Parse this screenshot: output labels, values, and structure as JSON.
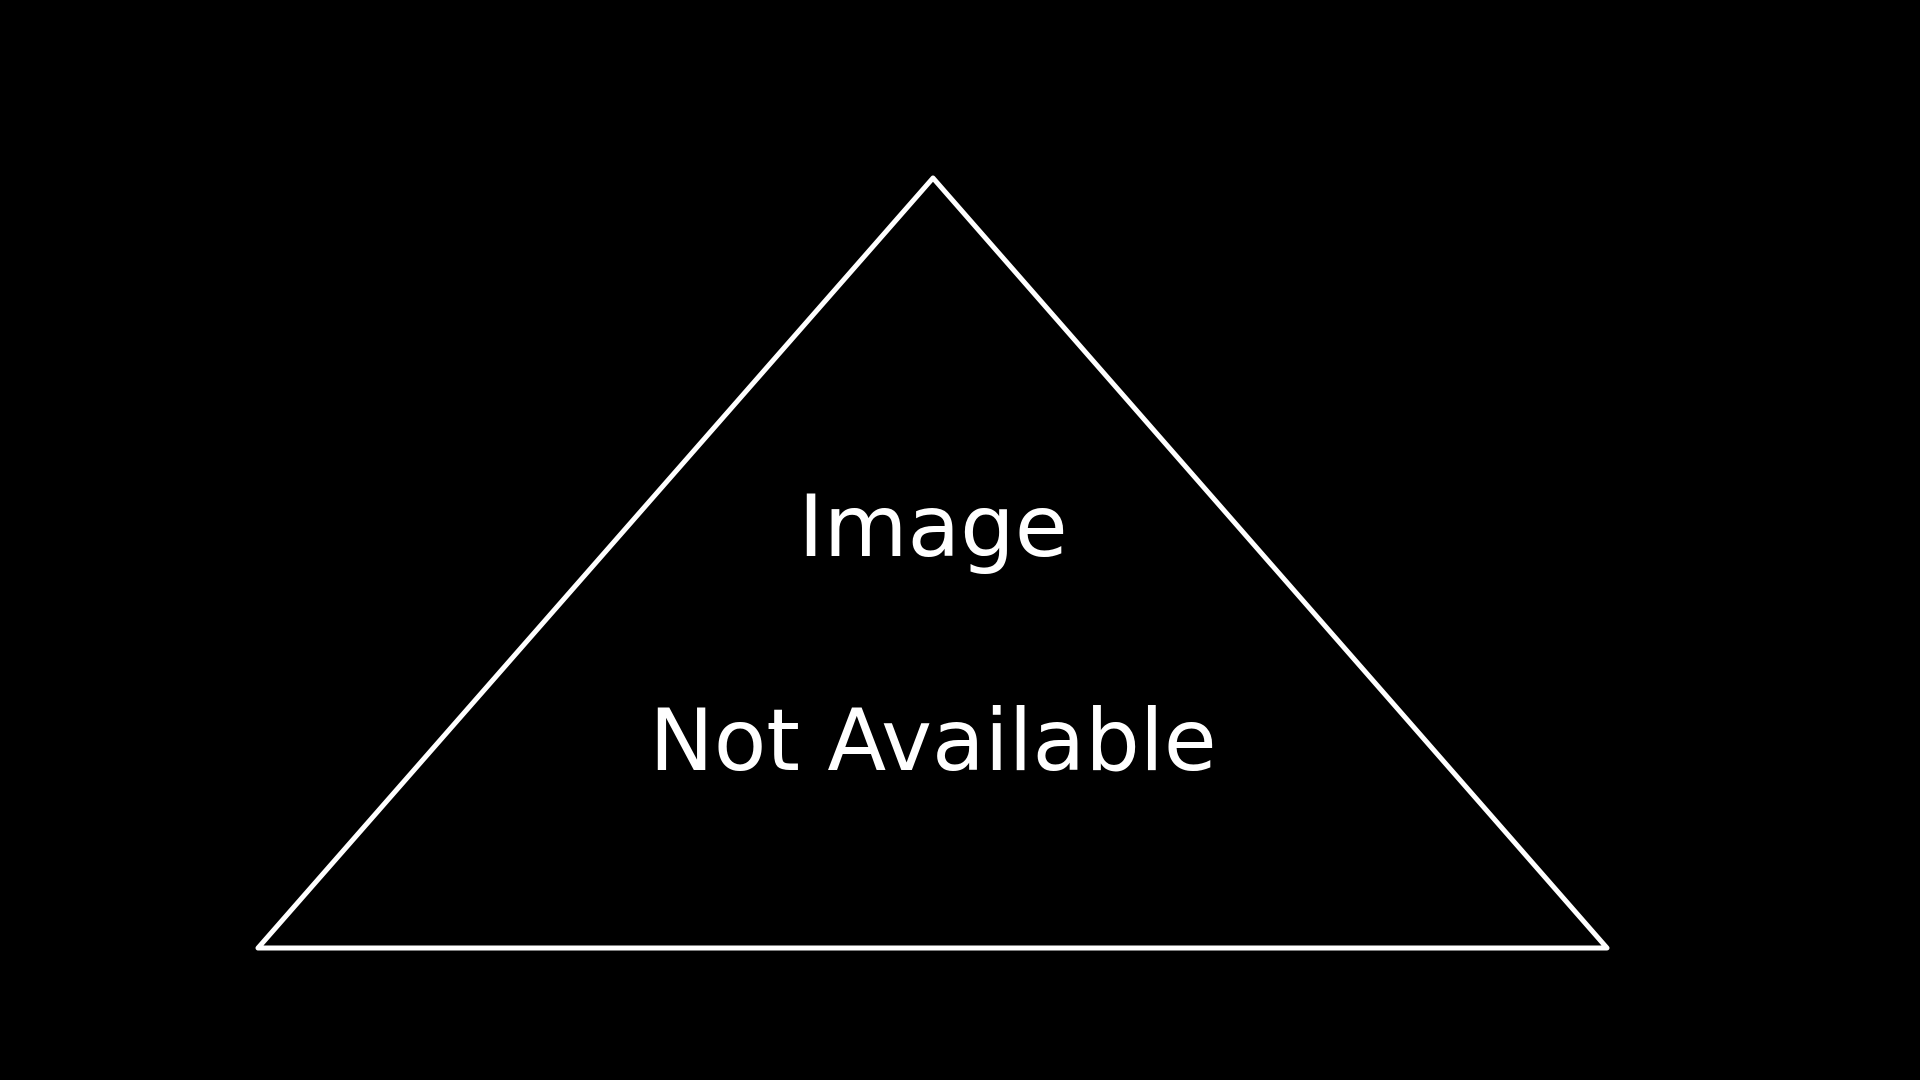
{
  "placeholder": {
    "line1": "Image",
    "line2": "Not Available",
    "icon": "warning-triangle-outline"
  },
  "colors": {
    "background": "#000000",
    "foreground": "#ffffff"
  }
}
